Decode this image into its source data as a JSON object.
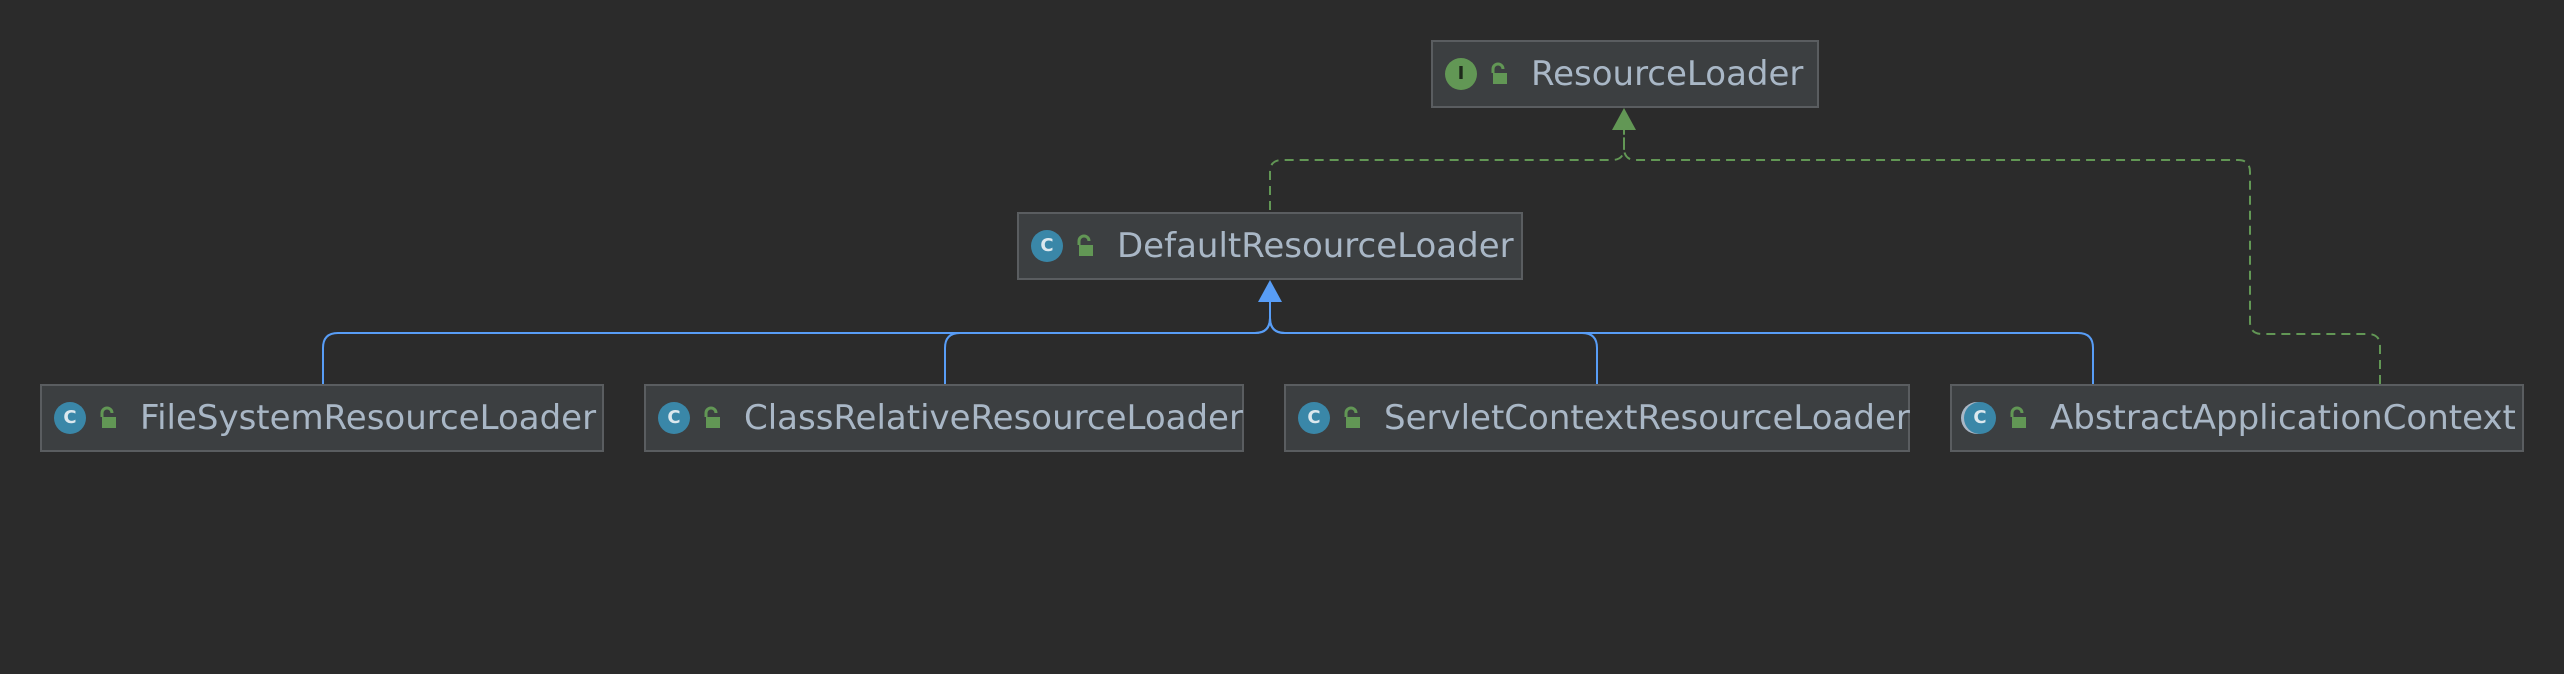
{
  "diagram": {
    "colors": {
      "background": "#2b2b2b",
      "node_fill": "#3c3f41",
      "node_border": "#5a5d60",
      "text": "#a9b7c6",
      "extends_edge": "#589df6",
      "implements_edge": "#629755",
      "interface_badge": "#629755",
      "class_badge": "#3a87a8"
    },
    "nodes": {
      "resource_loader": {
        "name": "ResourceLoader",
        "kind": "interface",
        "badge": "I",
        "icon": "open-lock-icon"
      },
      "default_resource_loader": {
        "name": "DefaultResourceLoader",
        "kind": "class",
        "badge": "C",
        "icon": "open-lock-icon"
      },
      "file_system_resource_loader": {
        "name": "FileSystemResourceLoader",
        "kind": "class",
        "badge": "C",
        "icon": "open-lock-icon"
      },
      "class_relative_resource_loader": {
        "name": "ClassRelativeResourceLoader",
        "kind": "class",
        "badge": "C",
        "icon": "open-lock-icon"
      },
      "servlet_context_resource_loader": {
        "name": "ServletContextResourceLoader",
        "kind": "class",
        "badge": "C",
        "icon": "open-lock-icon"
      },
      "abstract_application_context": {
        "name": "AbstractApplicationContext",
        "kind": "abstract-class",
        "badge": "C",
        "icon": "open-lock-icon"
      }
    },
    "edges": [
      {
        "from": "default_resource_loader",
        "to": "resource_loader",
        "type": "implements"
      },
      {
        "from": "abstract_application_context",
        "to": "resource_loader",
        "type": "implements"
      },
      {
        "from": "file_system_resource_loader",
        "to": "default_resource_loader",
        "type": "extends"
      },
      {
        "from": "class_relative_resource_loader",
        "to": "default_resource_loader",
        "type": "extends"
      },
      {
        "from": "servlet_context_resource_loader",
        "to": "default_resource_loader",
        "type": "extends"
      },
      {
        "from": "abstract_application_context",
        "to": "default_resource_loader",
        "type": "extends"
      }
    ]
  }
}
